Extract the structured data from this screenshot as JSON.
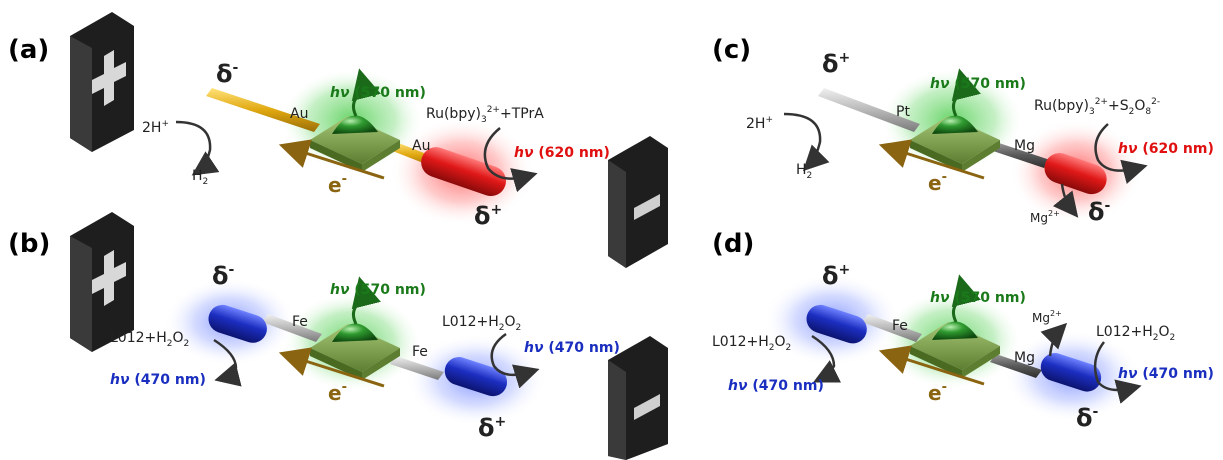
{
  "panels": {
    "a": {
      "label": "(a)",
      "delta_left": "δ",
      "delta_left_sign": "-",
      "delta_right": "δ",
      "delta_right_sign": "+",
      "left_reaction_top": "2H",
      "left_reaction_top_sup": "+",
      "left_reaction_bottom": "H",
      "left_reaction_bottom_sub": "2",
      "metal_left": "Au",
      "metal_right": "Au",
      "led_emission_italic": "hν",
      "led_emission": " (570 nm)",
      "right_reagent_main": "Ru(bpy)",
      "right_reagent_sub": "3",
      "right_reagent_sup": "2+",
      "right_reagent_rest": "+TPrA",
      "right_emission_italic": "hν",
      "right_emission": " (620 nm)",
      "electron": "e",
      "electron_sup": "-"
    },
    "b": {
      "label": "(b)",
      "delta_left": "δ",
      "delta_left_sign": "-",
      "delta_right": "δ",
      "delta_right_sign": "+",
      "left_reagent": "L012+H",
      "left_reagent_sub": "2",
      "left_reagent_o": "O",
      "left_reagent_sub2": "2",
      "left_emission_italic": "hν",
      "left_emission": " (470 nm)",
      "metal_left": "Fe",
      "metal_right": "Fe",
      "led_emission_italic": "hν",
      "led_emission": " (570 nm)",
      "right_reagent": "L012+H",
      "right_reagent_sub": "2",
      "right_reagent_o": "O",
      "right_reagent_sub2": "2",
      "right_emission_italic": "hν",
      "right_emission": " (470 nm)",
      "electron": "e",
      "electron_sup": "-"
    },
    "c": {
      "label": "(c)",
      "delta_left": "δ",
      "delta_left_sign": "+",
      "delta_right": "δ",
      "delta_right_sign": "-",
      "left_reaction_top": "2H",
      "left_reaction_top_sup": "+",
      "left_reaction_bottom": "H",
      "left_reaction_bottom_sub": "2",
      "metal_left": "Pt",
      "metal_right": "Mg",
      "led_emission_italic": "hν",
      "led_emission": " (570 nm)",
      "right_reagent_main": "Ru(bpy)",
      "right_reagent_sub": "3",
      "right_reagent_sup": "2+",
      "right_reagent_rest": "+S",
      "right_reagent_sub2": "2",
      "right_reagent_o": "O",
      "right_reagent_sub3": "8",
      "right_reagent_sup2": "2-",
      "right_emission_italic": "hν",
      "right_emission": " (620 nm)",
      "mg_ion": "Mg",
      "mg_ion_sup": "2+",
      "electron": "e",
      "electron_sup": "-"
    },
    "d": {
      "label": "(d)",
      "delta_left": "δ",
      "delta_left_sign": "+",
      "delta_right": "δ",
      "delta_right_sign": "-",
      "left_reagent": "L012+H",
      "left_reagent_sub": "2",
      "left_reagent_o": "O",
      "left_reagent_sub2": "2",
      "left_emission_italic": "hν",
      "left_emission": " (470 nm)",
      "metal_left": "Fe",
      "metal_right": "Mg",
      "led_emission_italic": "hν",
      "led_emission": " (570 nm)",
      "mg_ion": "Mg",
      "mg_ion_sup": "2+",
      "right_reagent": "L012+H",
      "right_reagent_sub": "2",
      "right_reagent_o": "O",
      "right_reagent_sub2": "2",
      "right_emission_italic": "hν",
      "right_emission": " (470 nm)",
      "electron": "e",
      "electron_sup": "-"
    }
  },
  "colors": {
    "gold_wire": "#e8b820",
    "silver_wire": "#b8b8b8",
    "dark_wire": "#6a6a6a",
    "red_end": "#e01818",
    "blue_end": "#1c2ec0",
    "led_board": "#7fa84a",
    "led_dome": "#2f9a2f",
    "electron_arrow": "#8a6410"
  }
}
